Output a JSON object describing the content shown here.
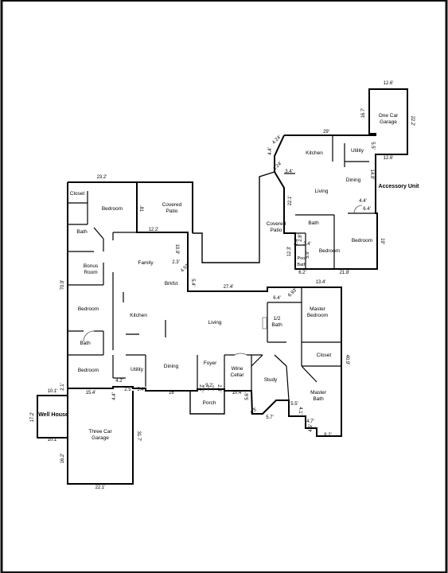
{
  "rooms": {
    "closet_nw": "Closet",
    "bedroom_nw": "Bedroom",
    "bath_nw": "Bath",
    "covered_patio_n": "Covered\nPatio",
    "family": "Family",
    "bonus_room": "Bonus\nRoom",
    "brkfst": "Brkfst",
    "bedroom_w": "Bedroom",
    "kitchen": "Kitchen",
    "living": "Living",
    "bath_w": "Bath",
    "bedroom_sw": "Bedroom",
    "utility": "Utility",
    "dining": "Dining",
    "foyer": "Foyer",
    "wine_cellar": "Wine\nCellar",
    "study": "Study",
    "porch": "Porch",
    "half_bath": "1/2\nBath",
    "master_bedroom": "Master\nBedroom",
    "closet_e": "Closet",
    "master_bath": "Master\nBath",
    "three_car_garage": "Three Car\nGarage",
    "well_house": "Well House",
    "covered_patio_e": "Covered\nPatio",
    "pool_bath": "Pool\nBath",
    "acc_kitchen": "Kitchen",
    "acc_utility": "Utility",
    "acc_living": "Living",
    "acc_dining": "Dining",
    "acc_bath": "Bath",
    "acc_bedroom_1": "Bedroom",
    "acc_bedroom_2": "Bedroom",
    "one_car_garage": "One Car\nGarage",
    "accessory_unit": "Accessory Unit"
  },
  "dimensions": {
    "d_23_2": "23.2'",
    "d_81": ".81",
    "d_12_2": "12.2'",
    "d_10_9": "10.9'",
    "d_2_3": "2.3'",
    "d_4_53": "4.53'",
    "d_5_4": "5.4'",
    "d_27_4": "27.4'",
    "d_70_9": "70.9'",
    "d_10_1_top": "10.1'",
    "d_2_1": "2.1'",
    "d_15_4": "15.4'",
    "d_4_2": "4.2'",
    "d_4_4": "4.4'",
    "d_2_5": "2.5'",
    "d_5_4b": "5.4'",
    "d_16": "16'",
    "d_9_2": "9.2'",
    "d_2_1b": "2.1'",
    "d_2_4": "2.4'",
    "d_10_4": "10.4'",
    "d_5_6": "5.6'",
    "d_5_7": "5.7'",
    "d_4_3": "4.3'",
    "d_5_5": "5.5'",
    "d_4_1": "4.1'",
    "d_4_7": "4.7'",
    "d_4_5": "4.5'",
    "d_8_2": "8.2'",
    "d_40_9": "40.9'",
    "d_13_4": "13.4'",
    "d_6_4": "6.4'",
    "d_6_93": "6.93'",
    "d_17_2": "17.2'",
    "d_10_1_bot": "10.1'",
    "d_16_2": "16.2'",
    "d_31_7": "31.7'",
    "d_22_1": "22.1'",
    "d_12_6_top": "12.6'",
    "d_16_7": "16.7'",
    "d_22_2": "22.2'",
    "d_12_6_bot": "12.6'",
    "d_29": "29'",
    "d_5_5b": "5.5'",
    "d_4_4b": "4.4'",
    "d_4_24": "4.24'",
    "d_4_24b": "4.24'",
    "d_3_4": "3.4'",
    "d_14_9": "14.9'",
    "d_22_1b": "22.1'",
    "d_4_4c": "4.4'",
    "d_6_4b": "6.4'",
    "d_2_4b": "2.4'",
    "d_2_8": "2.8'",
    "d_3_4b": "3.4'",
    "d_5_9": "5.9'",
    "d_12_3": "12.3'",
    "d_19": "19'",
    "d_6_2": "6.2'",
    "d_21_8": "21.8'"
  }
}
